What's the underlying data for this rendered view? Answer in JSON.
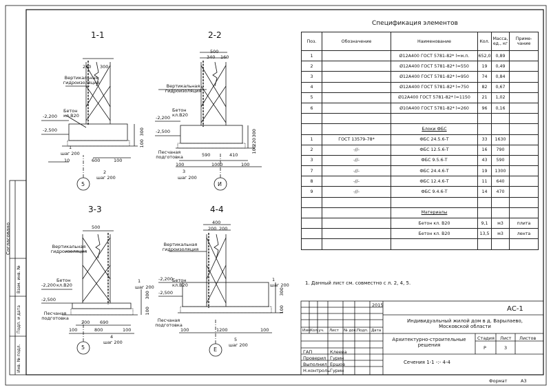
{
  "sections": {
    "s11": "1-1",
    "s22": "2-2",
    "s33": "3-3",
    "s44": "4-4"
  },
  "labels": {
    "vert_hydro": "Вертикальная гидроизоляция",
    "concrete": "Бетон кл.В20",
    "sand": "Песчаная подготовка",
    "elev_220": "-2,200",
    "elev_250": "-2,500",
    "step200": "шаг 200"
  },
  "dims": {
    "s11": {
      "top": [
        "240",
        "300"
      ],
      "bottom": [
        "10",
        "600",
        "100"
      ],
      "right": [
        "300",
        "100"
      ],
      "axis": "5",
      "bar1": "1",
      "bar2": "2"
    },
    "s22": {
      "top_total": "500",
      "top": [
        "340",
        "160"
      ],
      "bottom": [
        "590",
        "410"
      ],
      "bottom2": [
        "100",
        "1000",
        "100"
      ],
      "right": [
        "300",
        "220",
        "100"
      ],
      "axis": "И",
      "bar3": "3"
    },
    "s33": {
      "top_total": "500",
      "top": [
        "500"
      ],
      "bottom": [
        "200",
        "690"
      ],
      "bottom2": [
        "100",
        "800",
        "100"
      ],
      "right": [
        "300",
        "100"
      ],
      "axis": "5",
      "bar4": "4",
      "bar1": "1"
    },
    "s44": {
      "top_total": "400",
      "top": [
        "200",
        "200"
      ],
      "bottom": [
        "100",
        "1200",
        "100"
      ],
      "right": [
        "300",
        "100"
      ],
      "axis": "Е",
      "bar5": "5",
      "bar1": "1"
    }
  },
  "spec": {
    "title": "Спецификация элементов",
    "headers": [
      "Поз.",
      "Обозначение",
      "Наименование",
      "Кол.",
      "Масса, ед., кг",
      "Приме- чание"
    ],
    "rows": [
      [
        "1",
        "",
        "Ø12А400 ГОСТ 5781-82* l=м.п.",
        "652,0",
        "0,89",
        ""
      ],
      [
        "2",
        "",
        "Ø12А400 ГОСТ 5781-82* l=550",
        "19",
        "0,49",
        ""
      ],
      [
        "3",
        "",
        "Ø12А400 ГОСТ 5781-82* l=950",
        "74",
        "0,84",
        ""
      ],
      [
        "4",
        "",
        "Ø12А400 ГОСТ 5781-82* l=750",
        "82",
        "0,67",
        ""
      ],
      [
        "5",
        "",
        "Ø12А400 ГОСТ 5781-82* l=1150",
        "21",
        "1,02",
        ""
      ],
      [
        "6",
        "",
        "Ø10А400 ГОСТ 5781-82* l=260",
        "96",
        "0,16",
        ""
      ],
      [
        "",
        "",
        "",
        "",
        "",
        ""
      ],
      [
        "",
        "",
        "Блоки ФБС",
        "",
        "",
        ""
      ],
      [
        "1",
        "ГОСТ 13579-78*",
        "ФБС 24.5.6-Т",
        "33",
        "1630",
        ""
      ],
      [
        "2",
        "-//-",
        "ФБС 12.5.6-Т",
        "16",
        "790",
        ""
      ],
      [
        "3",
        "-//-",
        "ФБС 9.5.6-Т",
        "43",
        "590",
        ""
      ],
      [
        "7",
        "-//-",
        "ФБС 24.4.6-Т",
        "19",
        "1300",
        ""
      ],
      [
        "8",
        "-//-",
        "ФБС 12.4.6-Т",
        "11",
        "640",
        ""
      ],
      [
        "9",
        "-//-",
        "ФБС 9.4.6-Т",
        "14",
        "470",
        ""
      ],
      [
        "",
        "",
        "",
        "",
        "",
        ""
      ],
      [
        "",
        "",
        "Материалы",
        "",
        "",
        ""
      ],
      [
        "",
        "",
        "Бетон кл. В20",
        "9,1",
        "м3",
        "плита"
      ],
      [
        "",
        "",
        "Бетон кл. В20",
        "13,5",
        "м3",
        "лента"
      ],
      [
        "",
        "",
        "",
        "",
        "",
        ""
      ]
    ]
  },
  "note": "1. Данный лист см. совместно с л. 2, 4, 5.",
  "stamp": {
    "year": "2015",
    "code": "АС-1",
    "project": "Индивидуальный жилой дом в д. Варылаево, Московской области",
    "part": "Архитектурно-строительные решения",
    "sheet_title": "Сечения 1-1 -:- 4-4",
    "hdr": [
      "Изм.",
      "Кол.уч.",
      "Лист",
      "№ док.",
      "Подп.",
      "Дата"
    ],
    "roles": [
      "ГАП",
      "Проверил",
      "Выполнил",
      "Н.контроль"
    ],
    "names": [
      "Клеева",
      "Гурин",
      "Ершов",
      "Гурин"
    ],
    "stage_hdr": "Стадия",
    "sheet_hdr": "Лист",
    "sheets_hdr": "Листов",
    "stage": "Р",
    "sheet": "3",
    "format_label": "Формат",
    "format": "А3"
  },
  "side": {
    "agreed": "Согласовано",
    "inv_replace": "Взам. инв. №",
    "sign_date": "Подп. и дата",
    "inv_orig": "Инв. № подл."
  }
}
